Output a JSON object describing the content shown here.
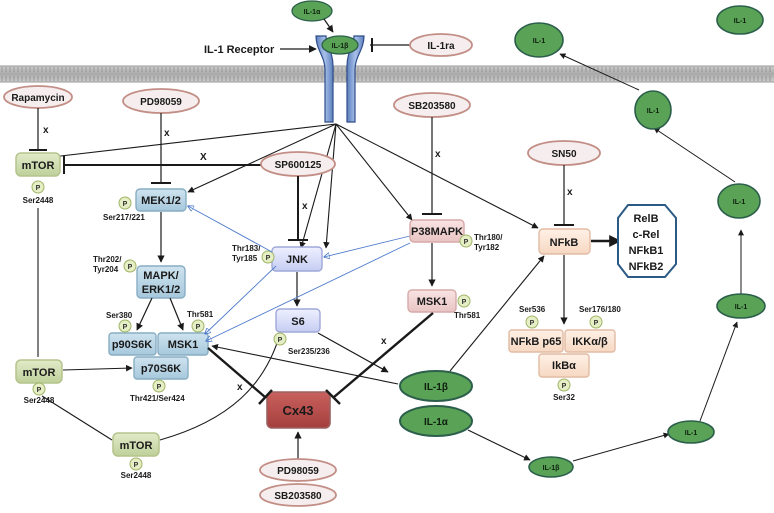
{
  "membrane": {
    "receptor_label": "IL-1 Receptor",
    "ligand_top": "IL-1α",
    "ligand_bound": "IL-1β",
    "antagonist": "IL-1ra"
  },
  "inhibitors": {
    "rapamycin": "Rapamycin",
    "pd98059_top": "PD98059",
    "sp600125": "SP600125",
    "sb203580_top": "SB203580",
    "sn50": "SN50",
    "pd98059_bottom": "PD98059",
    "sb203580_bottom": "SB203580"
  },
  "nodes": {
    "mtor_top": "mTOR",
    "mtor_mid": "mTOR",
    "mtor_bottom": "mTOR",
    "mek": "MEK1/2",
    "mapk_line1": "MAPK/",
    "mapk_line2": "ERK1/2",
    "jnk": "JNK",
    "p38": "P38MAPK",
    "msk1_right": "MSK1",
    "s6": "S6",
    "p90": "p90S6K",
    "msk1_left": "MSK1",
    "p70": "p70S6K",
    "cx43": "Cx43",
    "nfkb": "NFkB",
    "nfkb_p65": "NFkB p65",
    "ikk": "IKKα/β",
    "ikba": "IkBα"
  },
  "targets": [
    "RelB",
    "c-Rel",
    "NFkB1",
    "NFkB2"
  ],
  "phospho": {
    "marker": "P",
    "mtor_top": "Ser2448",
    "mek": "Ser217/221",
    "mapk_1": "Thr202/",
    "mapk_2": "Tyr204",
    "jnk_1": "Thr183/",
    "jnk_2": "Tyr185",
    "p38_1": "Thr180/",
    "p38_2": "Tyr182",
    "msk1_right": "Thr581",
    "p90": "Ser380",
    "msk1_left": "Thr581",
    "s6": "Ser235/236",
    "p70": "Thr421/Ser424",
    "mtor_mid": "Ser2448",
    "mtor_bottom": "Ser2448",
    "p65": "Ser536",
    "ikk": "Ser176/180",
    "ikba": "Ser32"
  },
  "secreted": {
    "il1b": "IL-1β",
    "il1a": "IL-1α",
    "il1b_small": "IL-1β",
    "il1_chain": [
      "IL-1",
      "IL-1",
      "IL-1",
      "IL-1",
      "IL-1",
      "IL-1"
    ]
  },
  "block_mark": "x",
  "block_mark_upper": "X"
}
